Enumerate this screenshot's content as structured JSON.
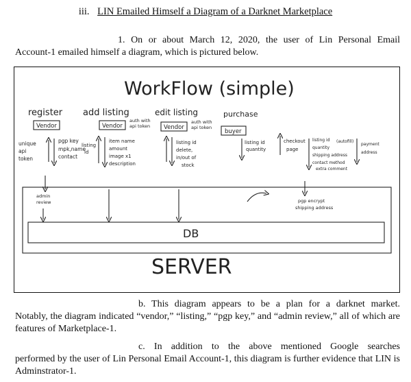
{
  "heading": {
    "number": "iii.",
    "title": "LIN Emailed Himself a Diagram of a Darknet Marketplace"
  },
  "paragraph_1": {
    "line1": "1. On or about March 12, 2020, the user of Lin Personal Email",
    "rest": "Account-1 emailed himself a diagram, which is pictured below."
  },
  "diagram": {
    "title": "WorkFlow (simple)",
    "columns": [
      {
        "heading": "register",
        "box": "Vendor",
        "left_notes": [
          "unique",
          "api",
          "token"
        ],
        "right_notes": [
          "pgp key",
          "mpk,name",
          "contact"
        ]
      },
      {
        "heading": "add listing",
        "box": "Vendor",
        "box_note": [
          "auth with",
          "api token"
        ],
        "left_notes": [
          "listing",
          "id"
        ],
        "right_notes": [
          "item name",
          "amount",
          "image x1",
          "description"
        ]
      },
      {
        "heading": "edit listing",
        "box": "Vendor",
        "box_note": [
          "auth with",
          "api token"
        ],
        "right_notes": [
          "listing id",
          "delete,",
          "in/out of",
          "stock"
        ]
      },
      {
        "heading": "purchase",
        "box": "buyer",
        "notes_a": [
          "listing id",
          "quantity"
        ],
        "notes_b": [
          "checkout",
          "page"
        ],
        "notes_c": [
          "listing id",
          "(autofill)",
          "quantity",
          "shipping address",
          "contact method",
          "extra comment"
        ],
        "notes_d": [
          "payment",
          "address"
        ]
      }
    ],
    "admin_review": [
      "admin",
      "review"
    ],
    "pgp_note": [
      "pgp encrypt",
      "shipping address"
    ],
    "db_label": "DB",
    "server_label": "SERVER"
  },
  "paragraph_b": {
    "line1": "b. This diagram appears to be a plan for a darknet market.",
    "rest": "Notably, the diagram indicated “vendor,” “listing,” “pgp key,” and “admin review,” all of which are features of Marketplace-1."
  },
  "paragraph_c": {
    "line1": "c. In addition to the above mentioned Google searches",
    "rest": "performed by the user of Lin Personal Email Account-1, this diagram is further evidence that LIN is Adminstrator-1."
  }
}
